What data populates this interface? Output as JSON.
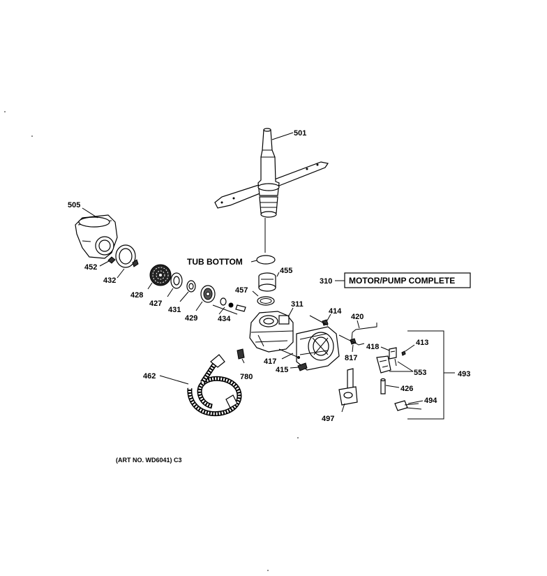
{
  "labels": {
    "p501": "501",
    "p505": "505",
    "p452": "452",
    "p432": "432",
    "p428": "428",
    "p427": "427",
    "p431": "431",
    "p429": "429",
    "p434": "434",
    "p455": "455",
    "p457": "457",
    "p311": "311",
    "p414": "414",
    "p420": "420",
    "p418": "418",
    "p413": "413",
    "p553": "553",
    "p493": "493",
    "p417": "417",
    "p415": "415",
    "p817": "817",
    "p426": "426",
    "p494": "494",
    "p497": "497",
    "p462": "462",
    "p780": "780",
    "p310": "310",
    "tub_bottom": "TUB BOTTOM",
    "motor_pump": "MOTOR/PUMP COMPLETE",
    "art_no": "(ART NO. WD6041) C3"
  }
}
